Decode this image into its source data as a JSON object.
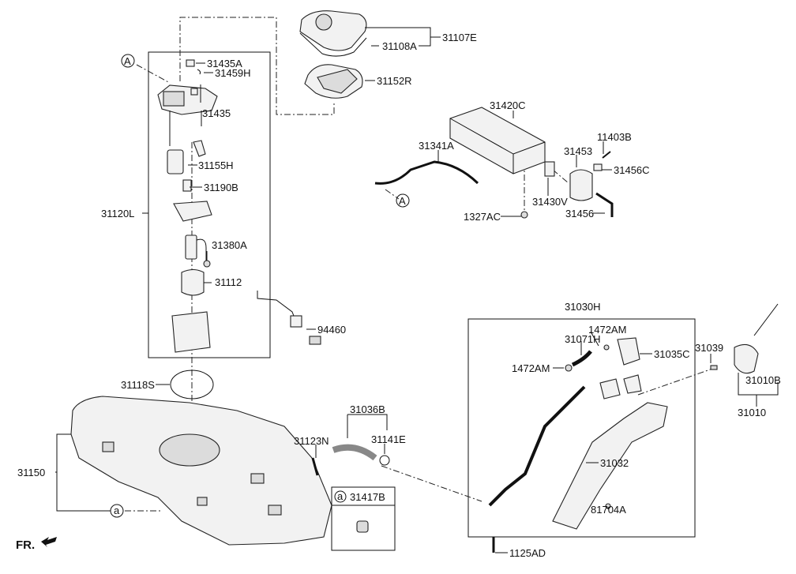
{
  "diagram": {
    "callouts": {
      "c31107E": "31107E",
      "c31108A": "31108A",
      "c31152R": "31152R",
      "c31435A": "31435A",
      "c31459H": "31459H",
      "c31435": "31435",
      "c31155H": "31155H",
      "c31190B": "31190B",
      "c31120L": "31120L",
      "c31380A": "31380A",
      "c31112": "31112",
      "c94460": "94460",
      "c31118S": "31118S",
      "c31150": "31150",
      "c31420C": "31420C",
      "c31341A": "31341A",
      "c11403B": "11403B",
      "c31453": "31453",
      "c31456C": "31456C",
      "c31430V": "31430V",
      "c1327AC": "1327AC",
      "c31456": "31456",
      "c31030H": "31030H",
      "c1472AM_a": "1472AM",
      "c31071H": "31071H",
      "c31035C": "31035C",
      "c1472AM_b": "1472AM",
      "c31039": "31039",
      "c31010B": "31010B",
      "c31010": "31010",
      "c31036B": "31036B",
      "c31123N": "31123N",
      "c31141E": "31141E",
      "c31032": "31032",
      "c31417B": "31417B",
      "c81704A": "81704A",
      "c1125AD": "1125AD"
    },
    "ref_markers": {
      "A": "A",
      "a": "a"
    },
    "direction_label": "FR."
  }
}
